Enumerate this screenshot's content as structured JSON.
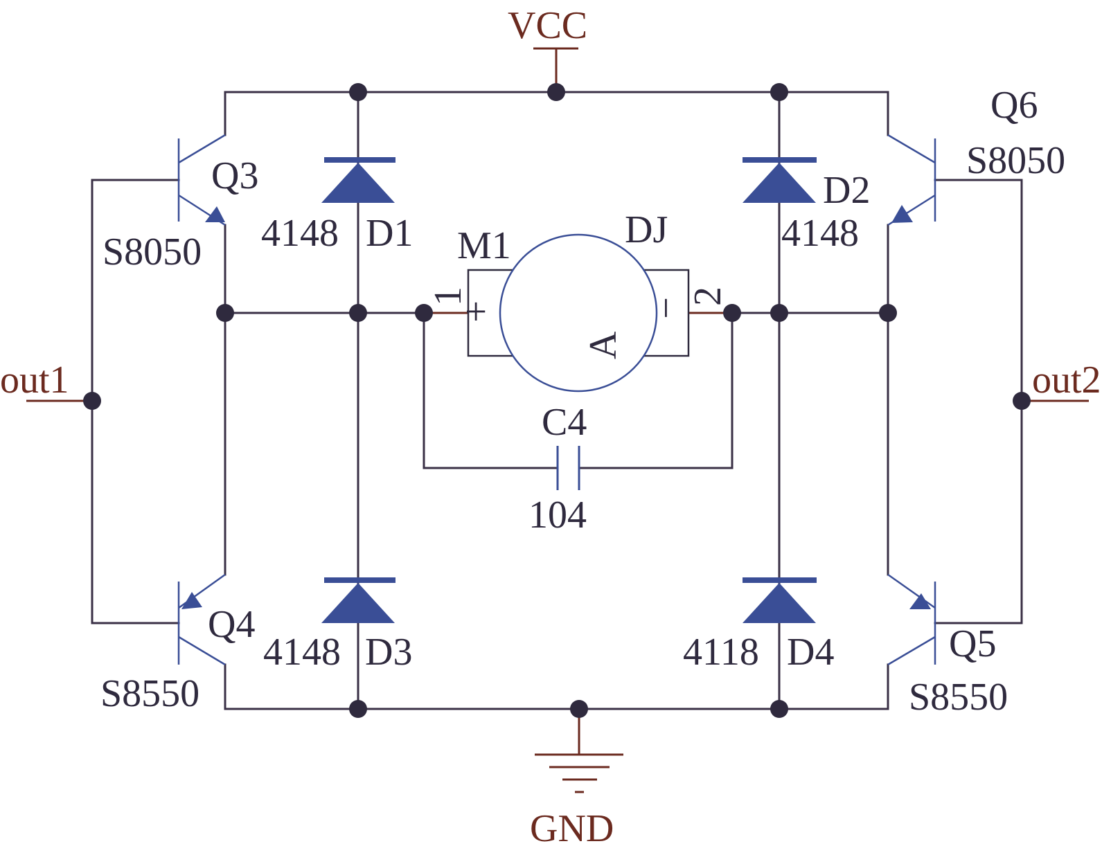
{
  "power": {
    "vcc": "VCC",
    "gnd": "GND"
  },
  "ports": {
    "left": "out1",
    "right": "out2"
  },
  "transistors": {
    "q3": {
      "name": "Q3",
      "part": "S8050"
    },
    "q4": {
      "name": "Q4",
      "part": "S8550"
    },
    "q5": {
      "name": "Q5",
      "part": "S8550"
    },
    "q6": {
      "name": "Q6",
      "part": "S8050"
    }
  },
  "diodes": {
    "d1": {
      "name": "D1",
      "part": "4148"
    },
    "d2": {
      "name": "D2",
      "part": "4148"
    },
    "d3": {
      "name": "D3",
      "part": "4148"
    },
    "d4": {
      "name": "D4",
      "part": "4118"
    }
  },
  "motor": {
    "name": "M1",
    "type": "DJ",
    "center": "A",
    "pin1": "1",
    "pin2": "2",
    "plus": "+",
    "minus": "−"
  },
  "capacitor": {
    "name": "C4",
    "value": "104"
  },
  "colors": {
    "wire": "#3a3046",
    "component": "#3a4e96",
    "port": "#6b2a1f",
    "label": "#2f2a3e"
  }
}
